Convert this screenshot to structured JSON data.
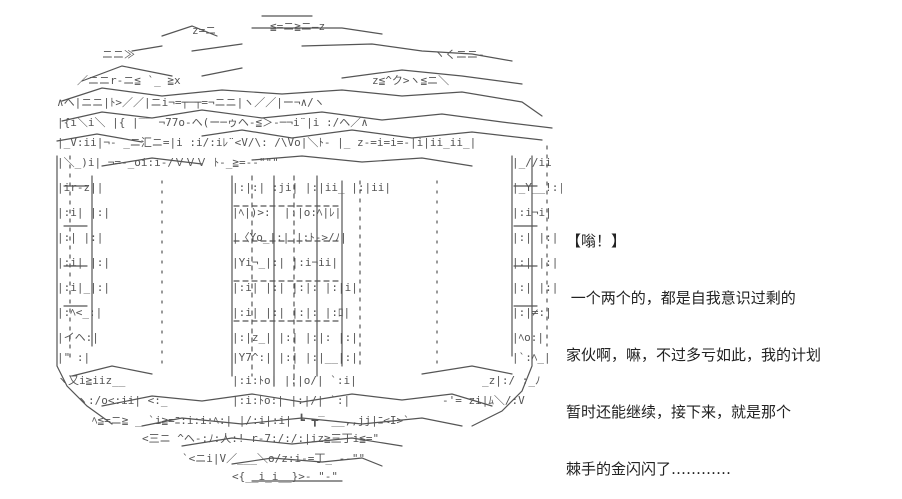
{
  "dialogue": {
    "speaker": "【嗡！】",
    "lines": [
      " 一个两个的，都是自我意识过剩的",
      "家伙啊，嘛，不过多亏如此，我的计划",
      "暂时还能继续，接下来，就是那个",
      "棘手的金闪闪了…………"
    ]
  },
  "art": {
    "description_icon": "ascii-art-tower-icon",
    "stroke_color": "#555555"
  }
}
